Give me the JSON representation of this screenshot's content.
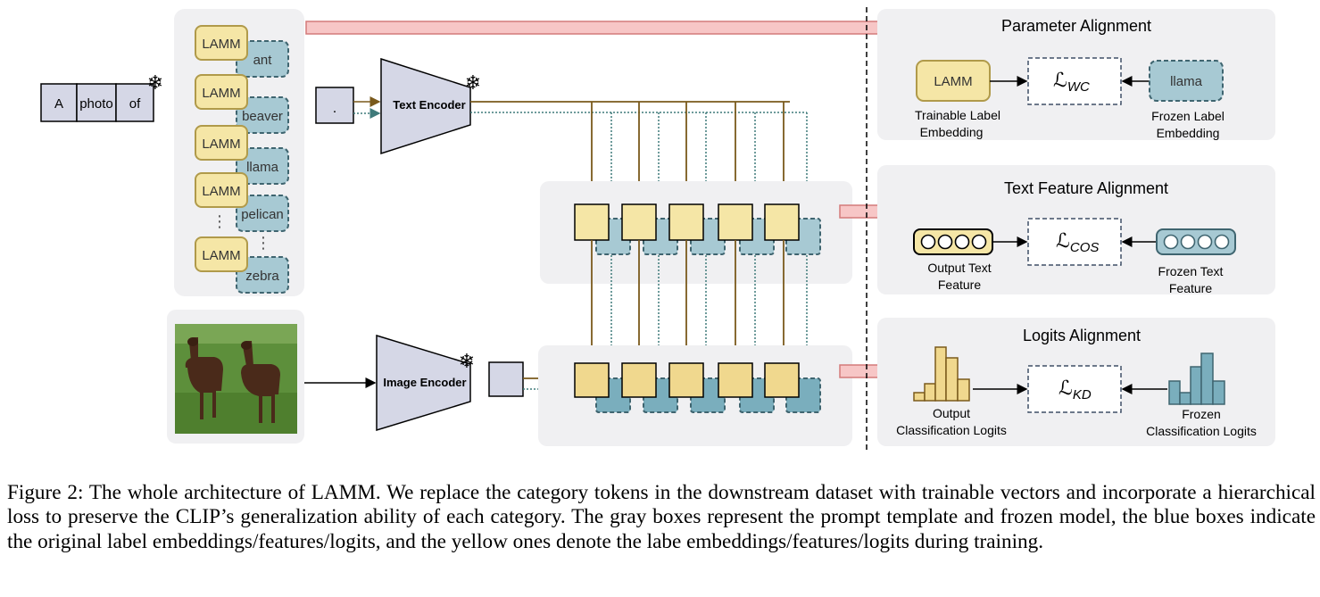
{
  "prompt_tokens": [
    "A",
    "photo",
    "of"
  ],
  "lamm_label": "LAMM",
  "class_labels": [
    "ant",
    "beaver",
    "llama",
    "pelican",
    "zebra"
  ],
  "vertical_ellipsis": "⋮",
  "frozen_glyph": "❄",
  "period_token": ".",
  "text_encoder_label": "Text Encoder",
  "image_encoder_label": "Image Encoder",
  "parameter_alignment": {
    "title": "Parameter Alignment",
    "left_box": "LAMM",
    "left_caption": [
      "Trainable Label",
      "Embedding"
    ],
    "loss": "ℒ",
    "loss_sub": "WC",
    "right_box": "llama",
    "right_caption": [
      "Frozen Label",
      "Embedding"
    ]
  },
  "text_feature_alignment": {
    "title": "Text Feature Alignment",
    "left_caption": [
      "Output Text",
      "Feature"
    ],
    "loss": "ℒ",
    "loss_sub": "COS",
    "right_caption": [
      "Frozen Text",
      "Feature"
    ]
  },
  "logits_alignment": {
    "title": "Logits Alignment",
    "left_caption": [
      "Output",
      "Classification Logits"
    ],
    "loss": "ℒ",
    "loss_sub": "KD",
    "right_caption": [
      "Frozen",
      "Classification Logits"
    ]
  },
  "colors": {
    "yellow_fill": "#f5e6a6",
    "yellow_stroke": "#b09a4a",
    "blue_fill": "#a7c9d3",
    "blue_stroke": "#3f6570",
    "panel_gray": "#f0f0f2",
    "encoder_fill": "#d5d7e6",
    "arrow_pink": "#f7c6c6",
    "arrow_pink_stroke": "#d47a7a",
    "arrow_brown": "#7a5a1c",
    "arrow_teal": "#3f7a7a"
  },
  "caption": "Figure 2: The whole architecture of LAMM. We replace the category tokens in the downstream dataset with trainable vectors and incorporate a hierarchical loss to preserve the CLIP’s generalization ability of each category. The gray boxes represent the prompt template and frozen model, the blue boxes indicate the original label embeddings/features/logits, and the yellow ones denote the labe embeddings/features/logits during training."
}
